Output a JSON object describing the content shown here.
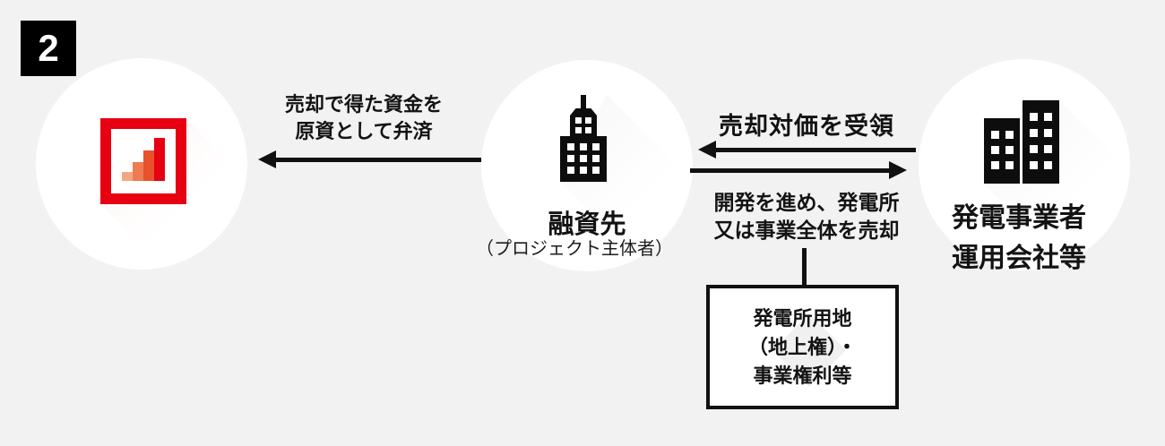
{
  "badge": {
    "label": "2"
  },
  "colors": {
    "background": "#f2f2f2",
    "ink": "#111111",
    "accent_red": "#e60012",
    "logo_bar_colors": [
      "#f4a783",
      "#ee7b52",
      "#e8512b",
      "#e60012"
    ]
  },
  "lender": {
    "icon": "bar-chart-logo-icon"
  },
  "borrower": {
    "name": "融資先",
    "subtitle": "（プロジェクト主体者）",
    "icon": "office-tower-icon"
  },
  "operator": {
    "name_line1": "発電事業者",
    "name_line2": "運用会社等",
    "icon": "office-buildings-icon"
  },
  "flows": {
    "repayment": {
      "line1": "売却で得た資金を",
      "line2": "原資として弁済",
      "direction": "right-to-left"
    },
    "receipt": {
      "label": "売却対価を受領",
      "direction": "right-to-left"
    },
    "sale": {
      "line1": "開発を進め、発電所",
      "line2": "又は事業全体を売却",
      "direction": "left-to-right"
    }
  },
  "asset_box": {
    "line1": "発電所用地",
    "line2": "（地上権）・",
    "line3": "事業権利等"
  }
}
